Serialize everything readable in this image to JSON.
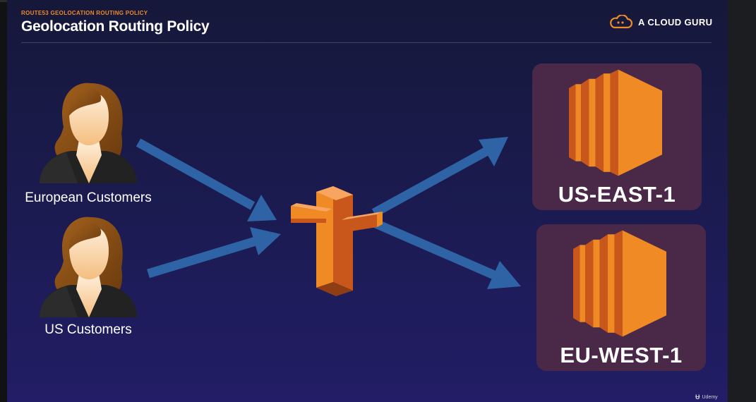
{
  "header": {
    "subtitle": "ROUTE53 GEOLOCATION ROUTING POLICY",
    "title": "Geolocation Routing Policy"
  },
  "brand": {
    "name": "A CLOUD GURU",
    "icon": "cloud-logo-icon",
    "color": "#f08a24"
  },
  "customers": [
    {
      "label": "European Customers",
      "icon": "user-icon"
    },
    {
      "label": "US Customers",
      "icon": "user-icon"
    }
  ],
  "router": {
    "icon": "route53-icon"
  },
  "regions": [
    {
      "label": "US-EAST-1",
      "icon": "ec2-icon"
    },
    {
      "label": "EU-WEST-1",
      "icon": "ec2-icon"
    }
  ],
  "footer": {
    "watermark": "Udemy"
  },
  "colors": {
    "accent": "#f08a24",
    "arrow": "#2e63a6",
    "region_box": "#4a2848",
    "background_top": "#16183a",
    "background_bottom": "#221d66"
  }
}
